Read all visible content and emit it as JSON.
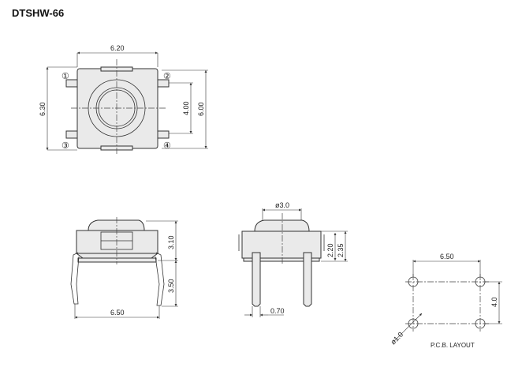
{
  "title": "DTSHW-66",
  "top_view": {
    "width": "6.20",
    "height": "6.30",
    "pin_pitch": "4.00",
    "pin_span": "6.00",
    "pins": [
      "①",
      "②",
      "③",
      "④"
    ]
  },
  "side_view": {
    "body_height": "3.10",
    "lead_length": "3.50",
    "lead_span": "6.50"
  },
  "front_view": {
    "button_diameter": "ø3.0",
    "height_a": "2.20",
    "height_b": "2.35",
    "lead_width": "0.70"
  },
  "pcb_layout": {
    "hole_spacing_x": "6.50",
    "hole_spacing_y": "4.0",
    "hole_diameter": "ø1.0",
    "label": "P.C.B. LAYOUT"
  }
}
